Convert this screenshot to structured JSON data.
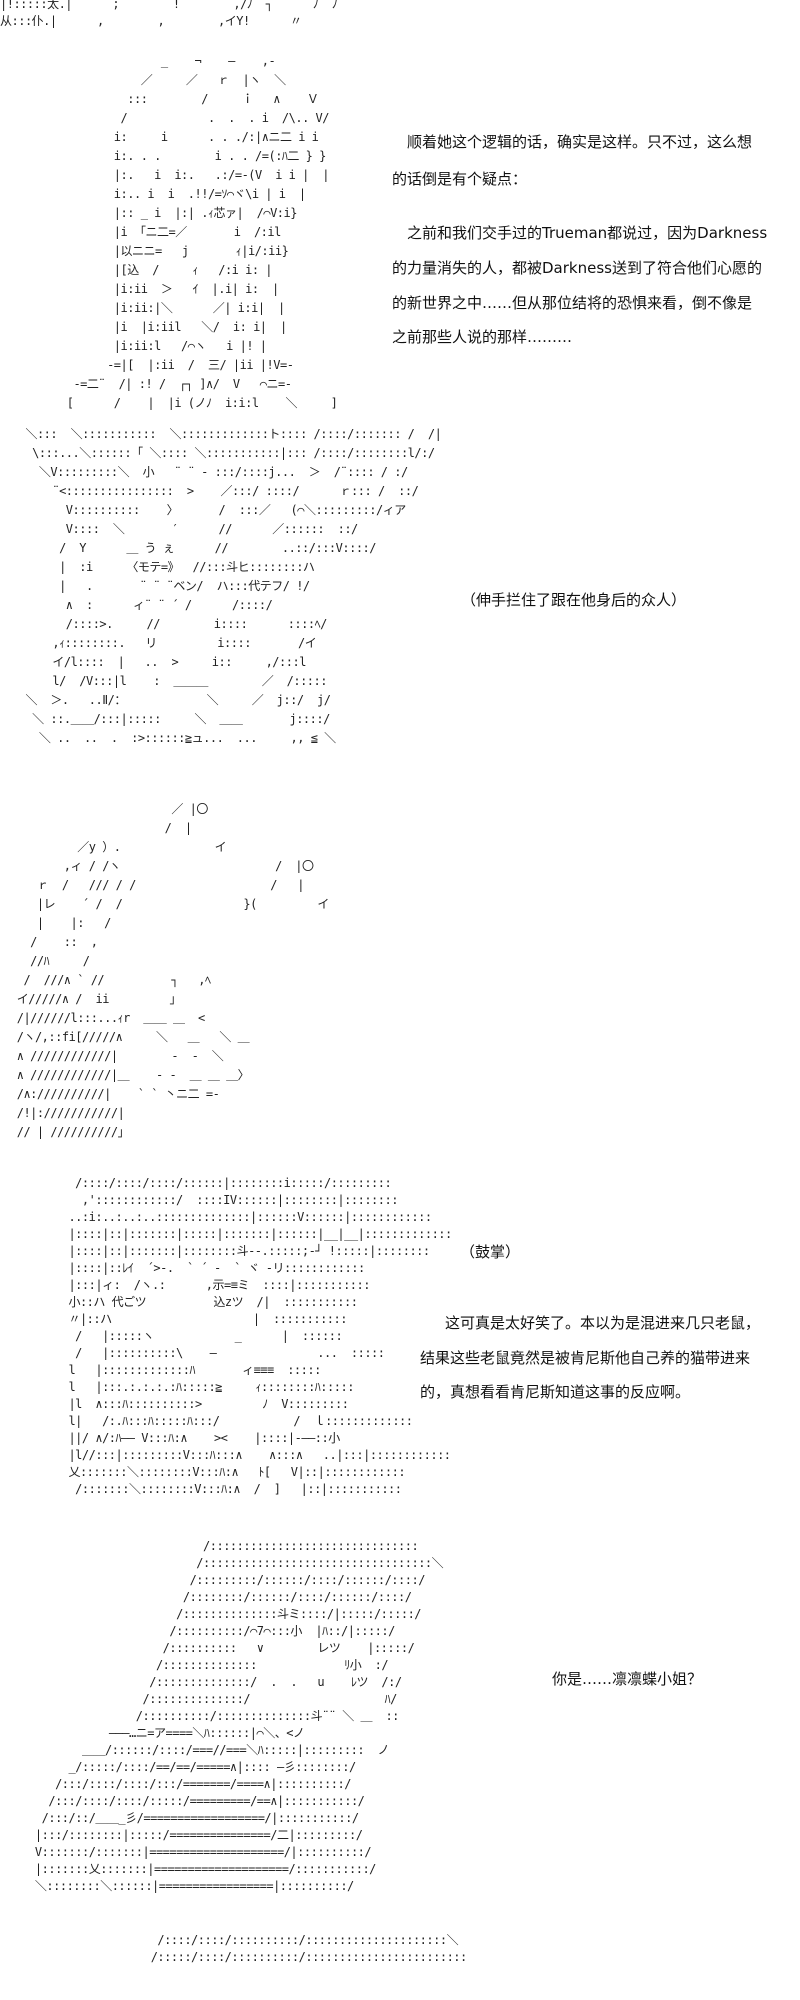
{
  "panels": [
    {
      "art": [
        "|!:::::太.|      ;        !        ,/ﾉ  ┐      ﾉ  ﾉ",
        "从:::仆.|      ,        ,        ,イY!      〃"
      ]
    },
    {
      "art": [
        "               _    ¬    ―    ,-      ",
        "            ／     ／   ｒ  |ヽ  ＼   ",
        "          :::        /     ｉ   ∧    Ｖ",
        "         /            .  .  . i  /\\.. V/",
        "        i:     i      . . ./:|∧ニ二 i i",
        "        i:. . .        i . . /=(:ﾊ二 } }",
        "        |:.   i  i:.   .:/=-(V  i i |  |",
        "        i:.. i  i  .!!/=ｿ⌒ヾ\\i | i  |",
        "        |:: _ i  |:| .ｨ芯ァ|  /⌒V:i}",
        "        |i 「ニ二=／       i  /:il",
        "        |以ニニ=   j       ｨ|i/:ii}",
        "        |[込  /     ｨ   /:i i: |",
        "        |i:ii  ＞   ｲ  |.i| i:  |",
        "        |i:ii:|＼      ／| i:i|  |",
        "        |i  |i:iil   ＼/  i: i|  |",
        "        |i:ii:l   /⌒ヽ   i |! |",
        "       -=|[  |:ii  /  三/ |ii |!V=-",
        "  -=二¨  /| :! /  ┌┐ ]∧/  V   ⌒ニ=-",
        " [      /    |  |i (ノﾉ  i:i:l    ＼     ]"
      ]
    },
    {
      "art": [
        "  ＼:::  ＼:::::::::::  ＼:::::::::::::ト:::: /::::/::::::: /  /|",
        "   \\:::...＼::::::「 ＼:::: ＼:::::::::::|::: /::::/::::::::l/:/",
        "    ＼V:::::::::＼  小   ¨ ¨ ‐ :::/::::j...  ＞  /¨:::: / :/",
        "      ¨<::::::::::::::::  >    ／:::/ ::::/      ｒ::: /  ::/",
        "        V::::::::::    〉      /  :::／   (⌒＼:::::::::/ィア",
        "        V::::  ＼       ′      //      ／::::::  ::/",
        "       /  Y      ＿ う ぇ      //        ..::/:::V::::/",
        "       |  :i     〈モテ=》  //:::斗ヒ::::::::ハ",
        "       |   .       ¨ ¨ ¨ベン/  ハ:::代テフ/ !/",
        "        ∧  :      ィ¨ ¨ ´ /      /::::/ ",
        "        /::::>.     //        i::::      ::::ﾍ/",
        "      ,ｨ::::::::.   リ         i::::       /イ",
        "      イ/l::::  |   ..  >     i::     ,/:::l",
        "      l/  /V:::|l    :  ＿＿＿        ／  /:::::",
        "  ＼  ＞.   ..Ⅱ/：            ＼     ／  j::/  j/",
        "   ＼ ::.＿＿/:::|:::::     ＼  ＿＿       j::::/",
        "    ＼ ..  ..  .  :>::::::≧ュ...  ...     ,, ≦ ＼"
      ]
    },
    {
      "art": [
        "                        ／ |〇",
        "                       /  |",
        "          ／y ）.              イ",
        "        ,ィ / /ヽ                       /  |〇",
        "    ｒ  /   /// / /                    /   |",
        "    |レ    ´ /  /                  }(         イ",
        "    |    |:   /                   ",
        "   /    ::  ,                    ",
        "   //ﾊ     /                 ",
        "  /  ///∧ ` //          ┐   ,ﾍ",
        " イ/////∧ /  ii         」",
        " /|//////l:::...ｨr  ＿＿ ＿  <",
        " /ヽ/,::fi[/////∧     ＼   ＿   ＼ ＿",
        " ∧ ////////////|        -  -  ＼",
        " ∧ ////////////|＿    - -  ＿ ＿ ＿〉",
        " /∧://////////|    ` ` 丶ニ二 =-  ",
        " /!|:///////////|",
        " // | //////////」"
      ]
    },
    {
      "art": [
        "   /::::/::::/::::/::::::|::::::::i:::::/:::::::::",
        "    ,'::::::::::::/  ::::IV::::::|::::::::|::::::::",
        "  ..:i:..:..:..::::::::::::::|::::::V::::::|::::::::::::",
        "  |::::|::|:::::::|:::::|:::::::|::::::|__|__|:::::::::::::",
        "  |::::|::|:::::::|::::::::斗--.:::::;‐┘ !:::::|::::::::",
        "  |::::|::ﾚｲ  ´>‐.  ` ´ ‐  ` ヾ ‐リ::::::::::::",
        "  |:::|ィ:  /ヽ.:      ,示=≡ミ  ::::|:::::::::::",
        "  小::ハ 代ごツ          込zツ  /|  :::::::::::",
        "  〃|::ハ                     |  :::::::::::",
        "   /   |:::::ヽ            _      |  ::::::",
        "   /   |::::::::::\\    ―               ...  :::::",
        "  l   |:::::::::::::ﾊ       ィ≡≡≡  :::::",
        "  l   |:::.:.:.:.:ﾊ:::::≧     ｨ::::::::ﾊ:::::",
        "  |l  ∧:::ﾊ::::::::::>         ﾉ  V:::::::::",
        "  l|   /:.ﾊ:::ﾊ:::::ﾊ:::/           /  ｌ:::::::::::::",
        "  ||/ ∧/:ﾊ―― V:::ﾊ:∧    ><    |::::|‐――::小",
        "  |l//:::|:::::::::V:::ﾊ:::∧    ∧:::∧   ..|:::|::::::::::::",
        "  乂:::::::＼::::::::V:::ﾊ:∧   ﾄ[   V|::|::::::::::::",
        "   /:::::::＼::::::::V:::ﾊ:∧  /  ]   |::|:::::::::::"
      ]
    },
    {
      "art": [
        "                             /:::::::::::::::::::::::::::::::",
        "                            /::::::::::::::::::::::::::::::::::＼",
        "                           /:::::::::/::::::/::::/::::::/::::/",
        "                          /::::::::/::::::/::::/::::::/::::/",
        "                         /::::::::::::::斗ミ::::/|:::::/:::::/",
        "                        /::::::::::/⌒7⌒:::小  |ﾊ::/|:::::/",
        "                       /::::::::::   ∨        レツ    |:::::/",
        "                      /::::::::::::::             ﾘ小  :/",
        "                     /::::::::::::::/  .  .   u    ﾚツ  /:/",
        "                    /::::::::::::::/                    ﾊ/",
        "                   /::::::::::/::::::::::::::斗¨¨ ＼ ＿  ::",
        "               ―――…ニ=ア====＼ﾊ::::::|⌒＼、<ノ",
        "           ＿＿/::::::/::::/===//===＼ﾊ:::::|:::::::::  ノ",
        "         _/:::::/::::/==/==/=====∧|:::: ―彡::::::::/",
        "       /:::/::::/::::/:::/=======/====∧|::::::::::/",
        "      /:::/::::/::::/:::::/=========/==∧|:::::::::::/",
        "     /:::/::/＿＿_彡/==================/|:::::::::::/",
        "    |:::/::::::::|:::::/===============/二|:::::::::/",
        "    V:::::::/:::::::|====================/|::::::::::/",
        "    |:::::::乂:::::::|====================/:::::::::::/",
        "    ＼::::::::＼::::::|=================|::::::::::/"
      ]
    },
    {
      "art": [
        "             /::::/::::/::::::::::/:::::::::::::::::::::＼",
        "            /:::::/::::/::::::::::/::::::::::::::::::::::::"
      ]
    }
  ],
  "dialogue": {
    "block1": [
      "顺着她这个逻辑的话，确实是这样。只不过，这么想",
      "的话倒是有个疑点："
    ],
    "block2": [
      "之前和我们交手过的Trueman都说过，因为Darkness",
      "的力量消失的人，都被Darkness送到了符合他们心愿的",
      "的新世界之中……但从那位结将的恐惧来看，倒不像是",
      "之前那些人说的那样………"
    ],
    "stage_direction_1": "（伸手拦住了跟在他身后的众人）",
    "stage_direction_2": "（鼓掌）",
    "block3": [
      "这可真是太好笑了。本以为是混进来几只老鼠，",
      "结果这些老鼠竟然是被肯尼斯他自己养的猫带进来",
      "的，真想看看肯尼斯知道这事的反应啊。"
    ],
    "question": "你是……凛凛蝶小姐？"
  }
}
